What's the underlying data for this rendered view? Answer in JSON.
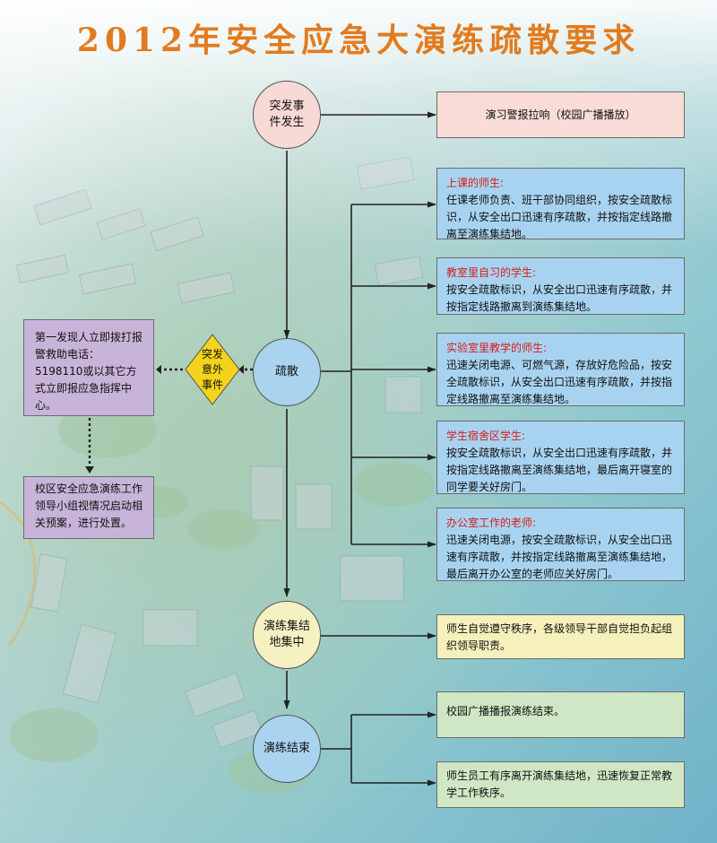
{
  "title": "2012年安全应急大演练疏散要求",
  "nodes": {
    "start": "突发事件发生",
    "evacuate": "疏散",
    "emergency": "突发意外事件",
    "assemble": "演练集结地集中",
    "end": "演练结束"
  },
  "alarm": "演习警报拉响（校园广播播放）",
  "instructions": [
    {
      "heading": "上课的师生:",
      "text": "任课老师负责、班干部协同组织，按安全疏散标识，从安全出口迅速有序疏散，并按指定线路撤离至演练集结地。"
    },
    {
      "heading": "教室里自习的学生:",
      "text": "按安全疏散标识，从安全出口迅速有序疏散，并按指定线路撤离到演练集结地。"
    },
    {
      "heading": "实验室里教学的师生:",
      "text": "迅速关闭电源、可燃气源，存放好危险品，按安全疏散标识，从安全出口迅速有序疏散，并按指定线路撤离至演练集结地。"
    },
    {
      "heading": "学生宿舍区学生:",
      "text": "按安全疏散标识，从安全出口迅速有序疏散，并按指定线路撤离至演练集结地，最后离开寝室的同学要关好房门。"
    },
    {
      "heading": "办公室工作的老师:",
      "text": "迅速关闭电源，按安全疏散标识，从安全出口迅速有序疏散，并按指定线路撤离至演练集结地，最后离开办公室的老师应关好房门。"
    }
  ],
  "assembly_note": "师生自觉遵守秩序，各级领导干部自觉担负起组织领导职责。",
  "end_notes": [
    "校园广播播报演练结束。",
    "师生员工有序离开演练集结地，迅速恢复正常教学工作秩序。"
  ],
  "report": "第一发现人立即拨打报警救助电话：5198110或以其它方式立即报应急指挥中心。",
  "response": "校区安全应急演练工作领导小组视情况启动相关预案，进行处置。",
  "colors": {
    "title": "#e27b1f",
    "circle_pink": "#f7d9d6",
    "circle_blue": "#a9d3ee",
    "circle_yellow": "#f6f1c2",
    "box_pink": "#f9dcd7",
    "box_blue": "#a8d3f0",
    "box_yellow": "#f6f0bc",
    "box_green": "#cfe7c4",
    "box_purple": "#c8b4d8",
    "diamond": "#f5d21b"
  }
}
